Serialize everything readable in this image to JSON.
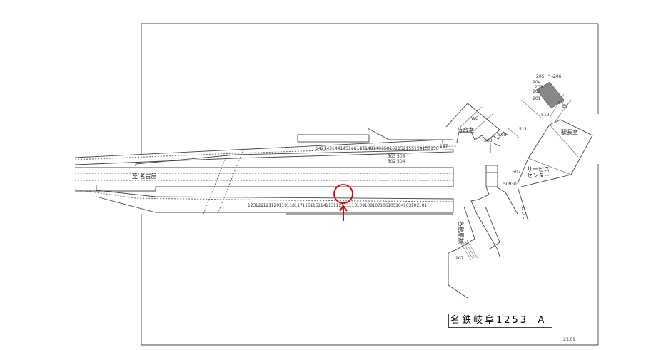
{
  "station_title": "名鉄岐阜1253",
  "title_suffix": "A",
  "revision": "23.09",
  "direction_label": "至 名古屋",
  "line_label": "各務原線",
  "rooms": {
    "toilet": "WC",
    "waiting_room": "待合室",
    "station_master": "駅長室",
    "service_center_1": "サービス",
    "service_center_2": "センター",
    "loft": "ロフト",
    "ev1": "EV",
    "ev2": "EV"
  },
  "upper_platform_labels": [
    "142",
    "143",
    "144",
    "145",
    "146",
    "147",
    "148",
    "149",
    "150",
    "151",
    "152",
    "153",
    "154",
    "155",
    "156"
  ],
  "upper_end_label": "157",
  "middle_labels": [
    "503",
    "502",
    "505",
    "504"
  ],
  "lower_platform_labels": [
    "123",
    "122",
    "121",
    "120",
    "119",
    "118",
    "117",
    "116",
    "115",
    "114",
    "113",
    "112",
    "111",
    "110",
    "109",
    "108",
    "107",
    "106",
    "105",
    "104",
    "103",
    "102",
    "101"
  ],
  "concourse_labels": [
    "205",
    "206",
    "204",
    "203",
    "202",
    "201",
    "510",
    "511",
    "508",
    "208",
    "507",
    "509",
    "301",
    "207"
  ],
  "highlight": {
    "target": "111",
    "color": "#e00000"
  }
}
